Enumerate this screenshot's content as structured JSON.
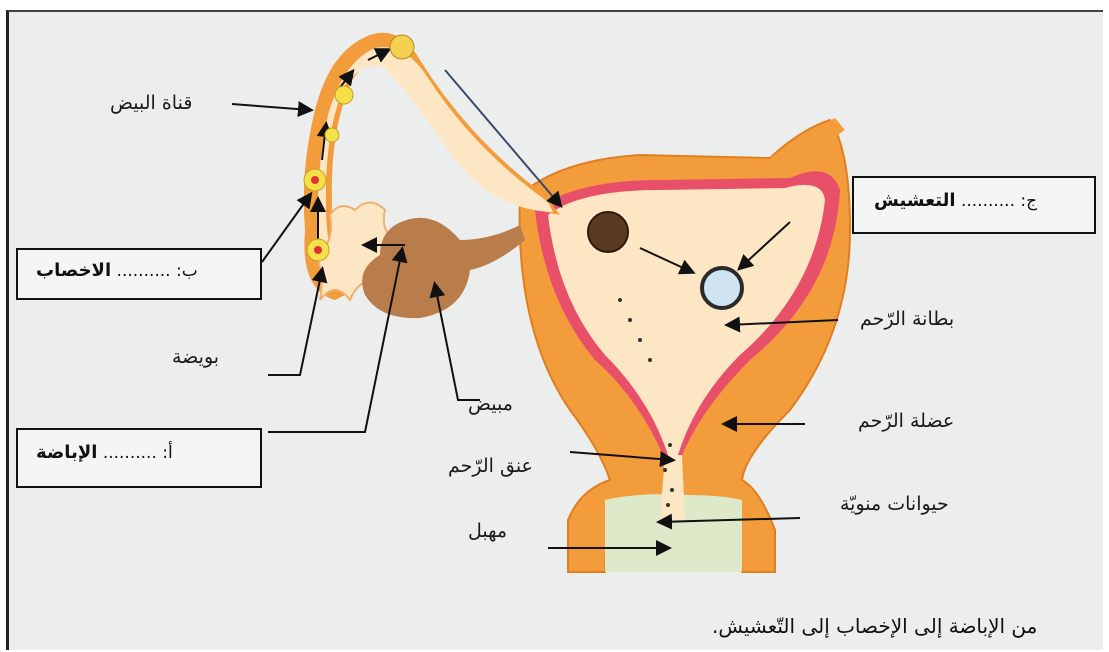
{
  "labels": {
    "oviduct": "قناة البيض",
    "ovum": "بويضة",
    "ovary": "مبيض",
    "cervix": "عنق الرّحم",
    "vagina": "مهبل",
    "endometrium": "بطانة الرّحم",
    "uterine_muscle": "عضلة الرّحم",
    "sperm": "حيوانات منويّة"
  },
  "boxes": {
    "a": {
      "letter": "أ:",
      "dots": "..........",
      "answer": "الإباضة"
    },
    "b": {
      "letter": "ب:",
      "dots": "..........",
      "answer": "الاخصاب"
    },
    "c": {
      "letter": "ج:",
      "dots": "..........",
      "answer": "التعشيش"
    }
  },
  "caption": "من الإباضة إلى الإخصاب إلى التّعشيش.",
  "colors": {
    "uterus_orange": "#f39c3c",
    "lining_pink": "#e8506a",
    "cavity_cream": "#fde6c4",
    "ovary_brown": "#b87d4b",
    "background": "#eceeee"
  }
}
